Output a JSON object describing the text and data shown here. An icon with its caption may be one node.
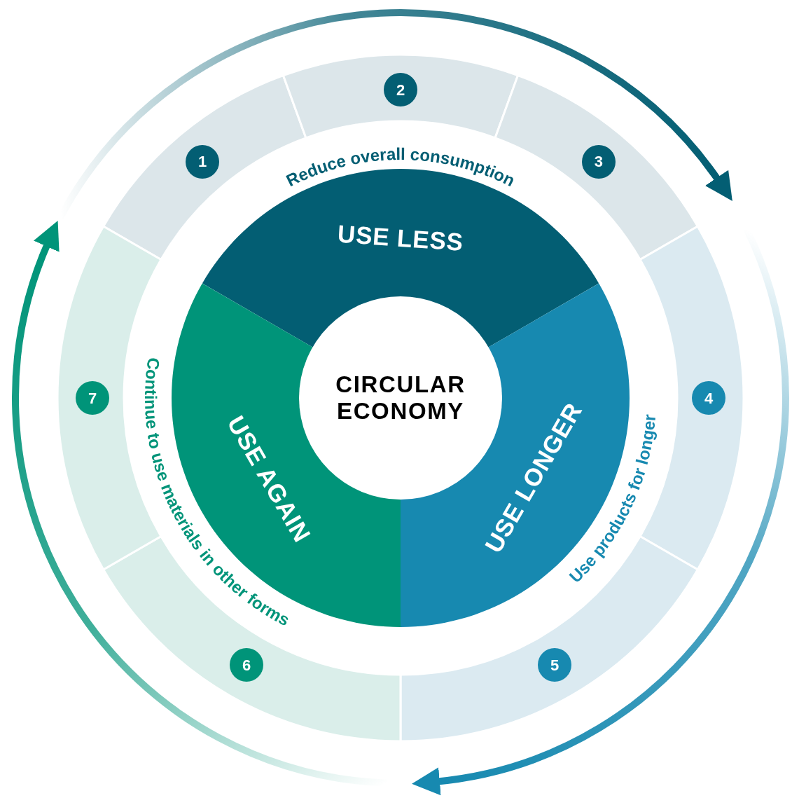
{
  "diagram": {
    "nodes": [
      {
        "text": [
          "CIRCULAR ECONOMY"
        ]
      },
      {
        "text": [
          "USE LESS"
        ]
      },
      {
        "text": [
          "USE LONGER"
        ]
      },
      {
        "text": [
          "USE AGAIN"
        ]
      },
      {
        "text": [
          "1"
        ]
      },
      {
        "text": [
          "2"
        ]
      },
      {
        "text": [
          "3"
        ]
      },
      {
        "text": [
          "4"
        ]
      },
      {
        "text": [
          "5"
        ]
      },
      {
        "text": [
          "6"
        ]
      },
      {
        "text": [
          "7"
        ]
      }
    ],
    "labels": [
      "Reduce overall consumption",
      "Use products for longer",
      "Continue to use materials in other forms"
    ]
  }
}
